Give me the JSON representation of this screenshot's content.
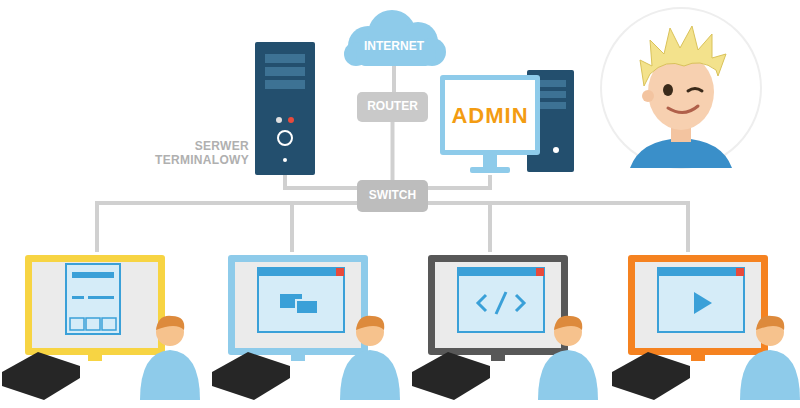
{
  "diagram": {
    "nodes": [
      {
        "text": [
          "INTERNET"
        ]
      },
      {
        "text": [
          "ROUTER"
        ]
      },
      {
        "text": [
          "SERWER TERMINALOWY"
        ]
      },
      {
        "text": [
          "ADMIN"
        ]
      },
      {
        "text": [
          "SWITCH"
        ]
      }
    ],
    "edges": [
      {
        "from": 0,
        "to": 1,
        "arrow": "none"
      },
      {
        "from": 1,
        "to": 4,
        "arrow": "none"
      },
      {
        "from": 2,
        "to": 4,
        "arrow": "none"
      },
      {
        "from": 3,
        "to": 4,
        "arrow": "none"
      }
    ]
  }
}
